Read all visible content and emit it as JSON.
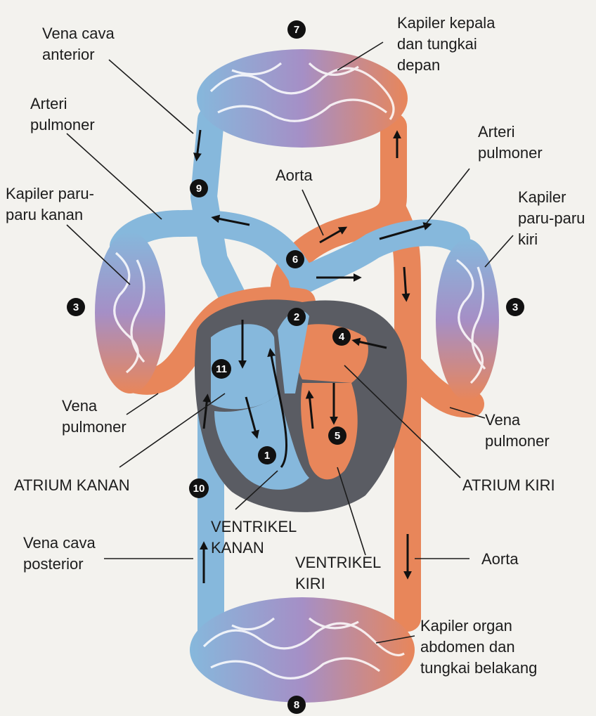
{
  "labels": {
    "vena_cava_anterior": [
      "Vena cava",
      "anterior"
    ],
    "kapiler_kepala": [
      "Kapiler kepala",
      "dan tungkai",
      "depan"
    ],
    "arteri_pulmoner_left": [
      "Arteri",
      "pulmoner"
    ],
    "arteri_pulmoner_right": [
      "Arteri",
      "pulmoner"
    ],
    "aorta_top": [
      "Aorta"
    ],
    "kapiler_paru_kanan": [
      "Kapiler paru-",
      "paru kanan"
    ],
    "kapiler_paru_kiri": [
      "Kapiler",
      "paru-paru",
      "kiri"
    ],
    "vena_pulmoner_left": [
      "Vena",
      "pulmoner"
    ],
    "vena_pulmoner_right": [
      "Vena",
      "pulmoner"
    ],
    "atrium_kanan": [
      "ATRIUM KANAN"
    ],
    "atrium_kiri": [
      "ATRIUM KIRI"
    ],
    "ventrikel_kanan": [
      "VENTRIKEL",
      "KANAN"
    ],
    "ventrikel_kiri": [
      "VENTRIKEL",
      "KIRI"
    ],
    "vena_cava_posterior": [
      "Vena cava",
      "posterior"
    ],
    "aorta_bottom": [
      "Aorta"
    ],
    "kapiler_organ": [
      "Kapiler organ",
      "abdomen dan",
      "tungkai belakang"
    ]
  },
  "markers": {
    "m1": "1",
    "m2": "2",
    "m3_left": "3",
    "m3_right": "3",
    "m4": "4",
    "m5": "5",
    "m6": "6",
    "m7": "7",
    "m8": "8",
    "m9": "9",
    "m10": "10",
    "m11": "11"
  },
  "colors": {
    "vein": "#86b8dc",
    "artery": "#e8865a",
    "capillary": "#a58fc6",
    "heart_wall": "#5a5c63",
    "marker": "#111111"
  }
}
